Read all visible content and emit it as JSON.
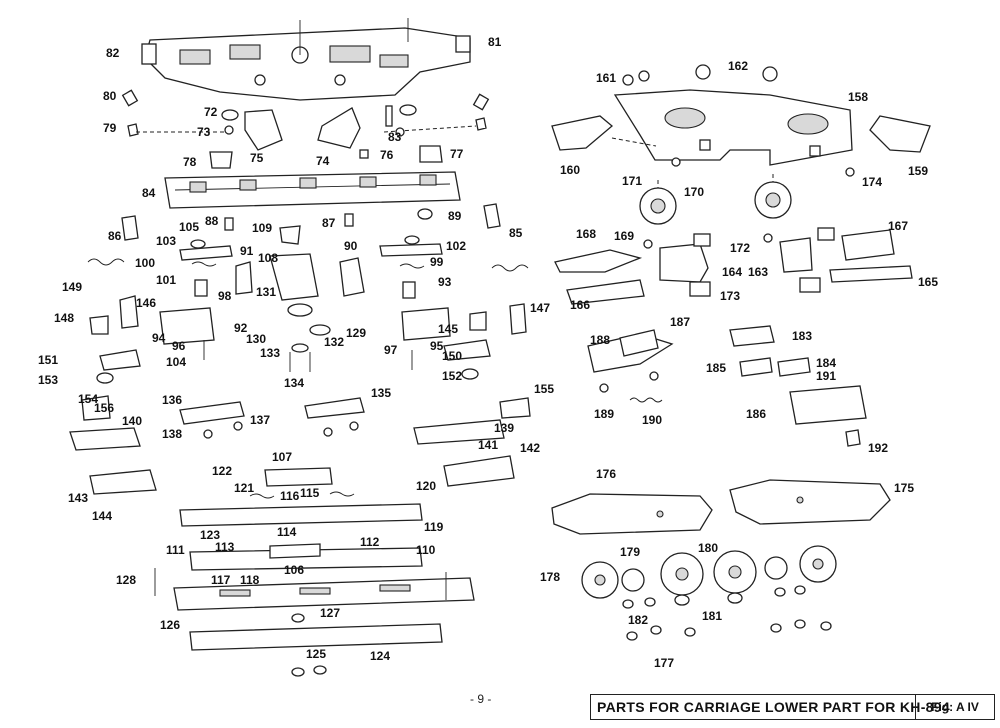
{
  "title": "PARTS FOR CARRIAGE LOWER PART FOR KH-894",
  "figure_label": "Fig: A IV",
  "page_number": "- 9 -",
  "callouts": [
    "72",
    "73",
    "74",
    "75",
    "76",
    "77",
    "78",
    "79",
    "80",
    "81",
    "82",
    "83",
    "84",
    "85",
    "86",
    "87",
    "88",
    "89",
    "90",
    "91",
    "92",
    "93",
    "94",
    "95",
    "96",
    "97",
    "98",
    "99",
    "100",
    "101",
    "102",
    "103",
    "104",
    "105",
    "106",
    "107",
    "108",
    "109",
    "110",
    "111",
    "112",
    "113",
    "114",
    "115",
    "116",
    "117",
    "118",
    "119",
    "120",
    "121",
    "122",
    "123",
    "124",
    "125",
    "126",
    "127",
    "128",
    "129",
    "130",
    "131",
    "132",
    "133",
    "134",
    "135",
    "136",
    "137",
    "138",
    "139",
    "140",
    "141",
    "142",
    "143",
    "144",
    "145",
    "146",
    "147",
    "148",
    "149",
    "150",
    "151",
    "152",
    "153",
    "154",
    "155",
    "156",
    "158",
    "159",
    "160",
    "161",
    "162",
    "163",
    "164",
    "165",
    "166",
    "167",
    "168",
    "169",
    "170",
    "171",
    "172",
    "173",
    "174",
    "175",
    "176",
    "177",
    "178",
    "179",
    "180",
    "181",
    "182",
    "183",
    "184",
    "185",
    "186",
    "187",
    "188",
    "189",
    "190",
    "191",
    "192"
  ]
}
